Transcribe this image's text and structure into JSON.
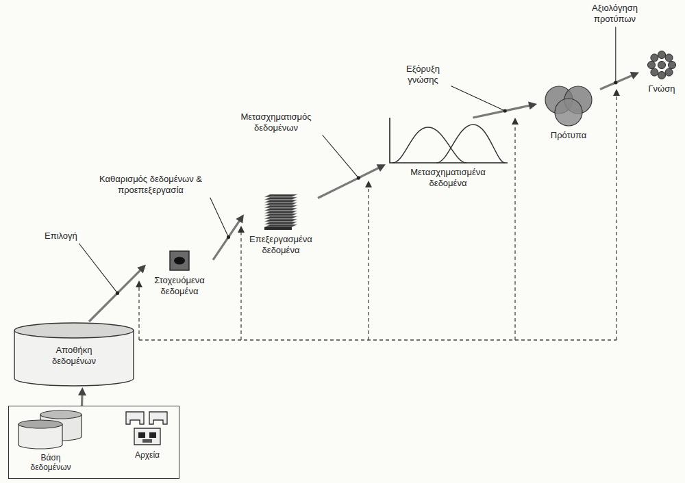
{
  "diagram": {
    "nodes": [
      {
        "text": []
      },
      {
        "text": [
          "Βάση δεδομένων"
        ],
        "in": 0
      },
      {
        "text": [
          "Αρχεία"
        ],
        "in": 0
      },
      {
        "text": [
          "Αποθήκη δεδομένων"
        ]
      },
      {
        "text": [
          "Στοχευόμενα δεδομένα"
        ]
      },
      {
        "text": [
          "Επεξεργασμένα δεδομένα"
        ]
      },
      {
        "text": [
          "Μετασχηματισμένα δεδομένα"
        ]
      },
      {
        "text": [
          "Πρότυπα"
        ]
      },
      {
        "text": [
          "Γνώση"
        ]
      }
    ],
    "edges": [
      {
        "from": 0,
        "to": 3,
        "arrow": "to"
      },
      {
        "from": 3,
        "to": 4,
        "label": "Επιλογή",
        "arrow": "to"
      },
      {
        "from": 4,
        "to": 5,
        "label": "Καθαρισμός δεδομένων & προεπεξεργασία",
        "arrow": "to"
      },
      {
        "from": 5,
        "to": 6,
        "label": "Μετασχηματισμός δεδομένων",
        "arrow": "to"
      },
      {
        "from": 6,
        "to": 7,
        "label": "Εξόρυξη γνώσης",
        "arrow": "to"
      },
      {
        "from": 7,
        "to": 8,
        "label": "Αξιολόγηση προτύπων",
        "arrow": "to"
      }
    ]
  }
}
